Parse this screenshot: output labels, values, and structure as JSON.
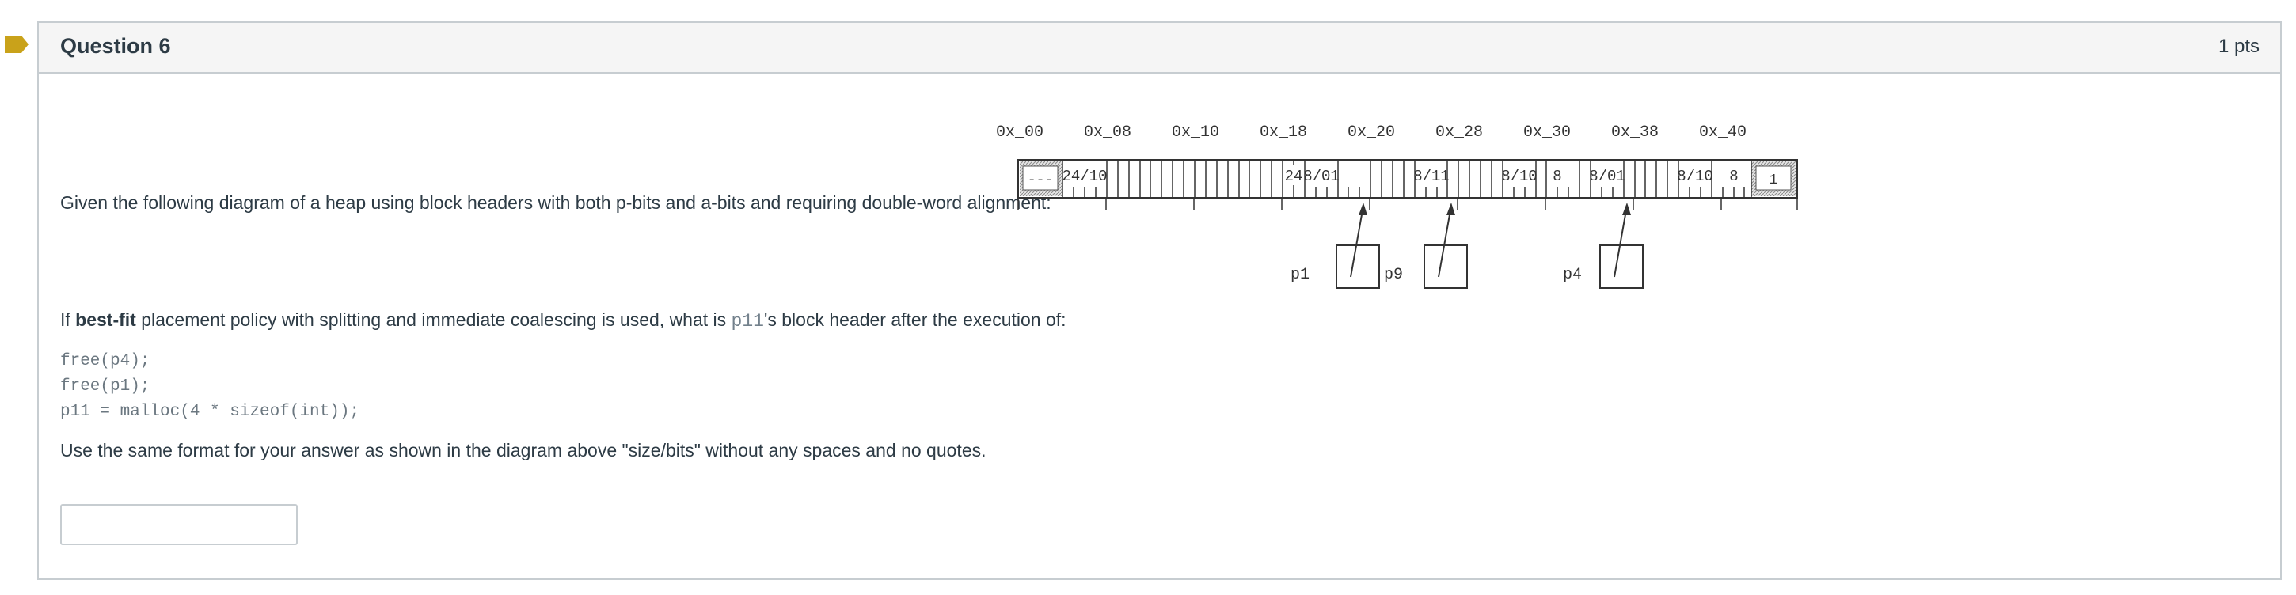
{
  "question": {
    "title": "Question 6",
    "points": "1 pts"
  },
  "prompt": {
    "intro": "Given the following diagram of a heap using block headers with both p-bits and a-bits and requiring double-word alignment:",
    "line2_prefix": "If ",
    "line2_bold": "best-fit",
    "line2_mid": " placement policy with splitting and immediate coalescing is used, what is ",
    "line2_code": "p11",
    "line2_suffix": "'s block header after the execution of:",
    "code_lines": [
      "free(p4);",
      "free(p1);",
      "p11 = malloc(4 * sizeof(int));"
    ],
    "format_note": "Use the same format for your answer as shown in the diagram above \"size/bits\" without any spaces and no quotes."
  },
  "answer": {
    "value": ""
  },
  "heap": {
    "addresses": [
      "0x_00",
      "0x_08",
      "0x_10",
      "0x_18",
      "0x_20",
      "0x_28",
      "0x_30",
      "0x_38",
      "0x_40"
    ],
    "cells": [
      "---",
      "24/10",
      "24",
      "8/01",
      "8/11",
      "8/10",
      "8",
      "8/01",
      "8/10",
      "8",
      "1"
    ],
    "pointers": [
      "p1",
      "p9",
      "p4"
    ]
  },
  "colors": {
    "flag": "#c9a21a",
    "border": "#c7cdd1",
    "text": "#2d3b45"
  }
}
